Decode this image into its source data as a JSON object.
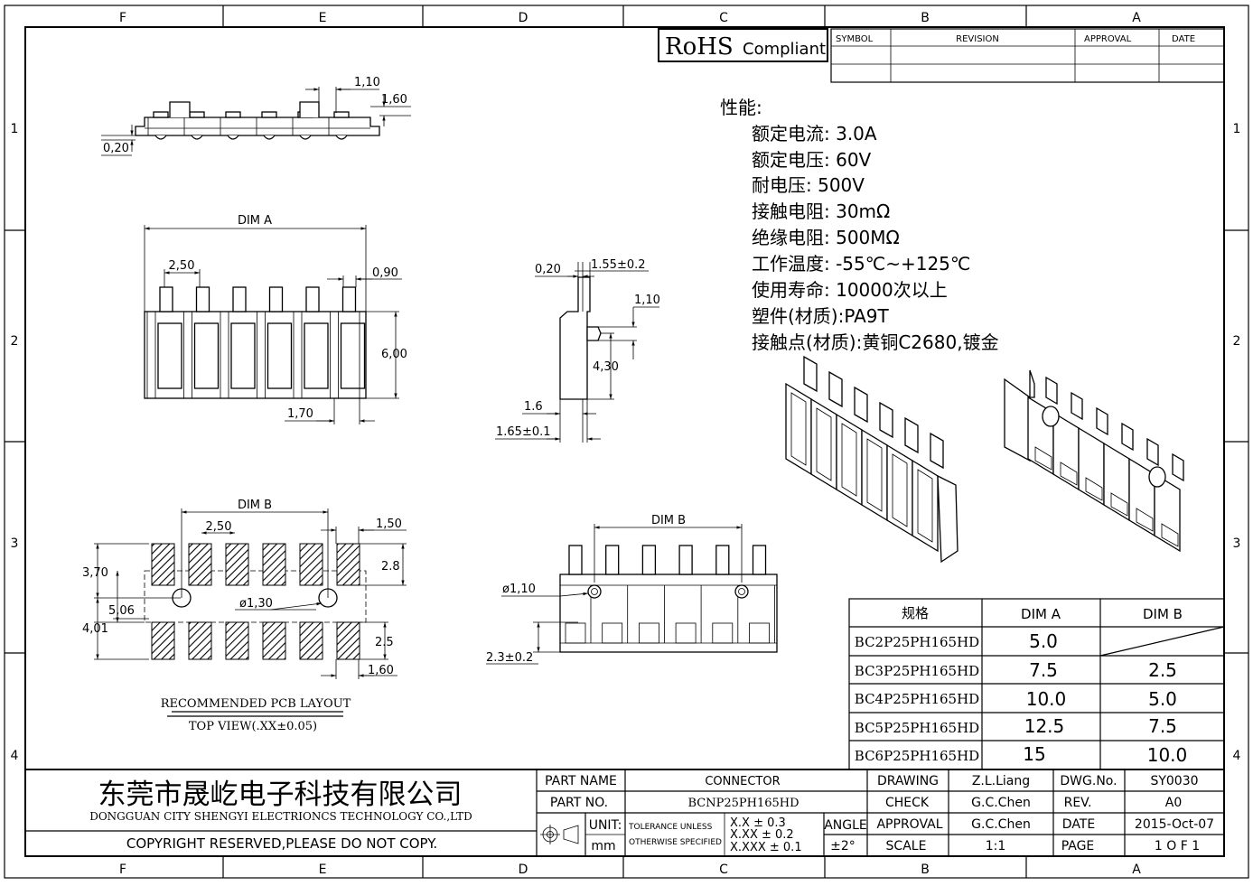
{
  "border": {
    "col_labels": [
      "F",
      "E",
      "D",
      "C",
      "B",
      "A"
    ],
    "row_labels": [
      "1",
      "2",
      "3",
      "4"
    ]
  },
  "rohs": {
    "big": "RoHS",
    "small": "Compliant"
  },
  "revision_table": {
    "symbol": "SYMBOL",
    "revision": "REVISION",
    "approval": "APPROVAL",
    "date": "DATE"
  },
  "specs": {
    "title": "性能:",
    "lines": [
      "额定电流: 3.0A",
      "额定电压: 60V",
      "耐电压: 500V",
      "接触电阻: 30mΩ",
      "绝缘电阻: 500MΩ",
      "工作温度: -55℃~+125℃",
      "使用寿命: 10000次以上",
      "塑件(材质):PA9T",
      "接触点(材质):黄铜C2680,镀金"
    ]
  },
  "dims": {
    "top": {
      "d110": "1,10",
      "d160": "1,60",
      "d020": "0,20"
    },
    "front": {
      "dimA": "DIM A",
      "d250": "2,50",
      "d090": "0,90",
      "d600": "6,00",
      "d170": "1,70"
    },
    "side": {
      "d020": "0,20",
      "d155": "1.55±0.2",
      "d110": "1,10",
      "d430": "4,30",
      "d16": "1.6",
      "d165": "1.65±0.1"
    },
    "pcb": {
      "dimB": "DIM B",
      "d250": "2,50",
      "d150": "1,50",
      "d370": "3,70",
      "d28": "2.8",
      "d506": "5,06",
      "d130": "ø1,30",
      "d401": "4,01",
      "d25": "2.5",
      "d160": "1,60"
    },
    "bottom": {
      "dimB": "DIM B",
      "d110": "ø1,10",
      "d23": "2.3±0.2"
    }
  },
  "pcb_caption": {
    "line1": "RECOMMENDED PCB LAYOUT",
    "line2": "TOP VIEW(.XX±0.05)"
  },
  "dim_table": {
    "headers": [
      "规格",
      "DIM A",
      "DIM B"
    ],
    "rows": [
      [
        "BC2P25PH165HD",
        "5.0",
        ""
      ],
      [
        "BC3P25PH165HD",
        "7.5",
        "2.5"
      ],
      [
        "BC4P25PH165HD",
        "10.0",
        "5.0"
      ],
      [
        "BC5P25PH165HD",
        "12.5",
        "7.5"
      ],
      [
        "BC6P25PH165HD",
        "15",
        "10.0"
      ]
    ]
  },
  "title_block": {
    "company_cn": "东莞市晟屹电子科技有限公司",
    "company_en": "DONGGUAN CITY SHENGYI ELECTRIONCS TECHNOLOGY CO.,LTD",
    "copyright": "COPYRIGHT RESERVED,PLEASE DO NOT COPY.",
    "part_name_label": "PART NAME",
    "part_name": "CONNECTOR",
    "part_no_label": "PART NO.",
    "part_no": "BCNP25PH165HD",
    "unit_label": "UNIT:",
    "unit": "mm",
    "tol1": "TOLERANCE UNLESS",
    "tol2": "OTHERWISE SPECIFIED",
    "tol_xx": "X.X ± 0.3",
    "tol_xxx": "X.XX ± 0.2",
    "tol_xxxx": "X.XXX ± 0.1",
    "angle_label": "ANGLE",
    "angle": "±2°",
    "drawing_label": "DRAWING",
    "drawing": "Z.L.Liang",
    "check_label": "CHECK",
    "check": "G.C.Chen",
    "approval_label": "APPROVAL",
    "approval": "G.C.Chen",
    "scale_label": "SCALE",
    "scale": "1:1",
    "dwg_label": "DWG.No.",
    "dwg": "SY0030",
    "rev_label": "REV.",
    "rev": "A0",
    "date_label": "DATE",
    "date": "2015-Oct-07",
    "page_label": "PAGE",
    "page": "1 O F 1"
  }
}
